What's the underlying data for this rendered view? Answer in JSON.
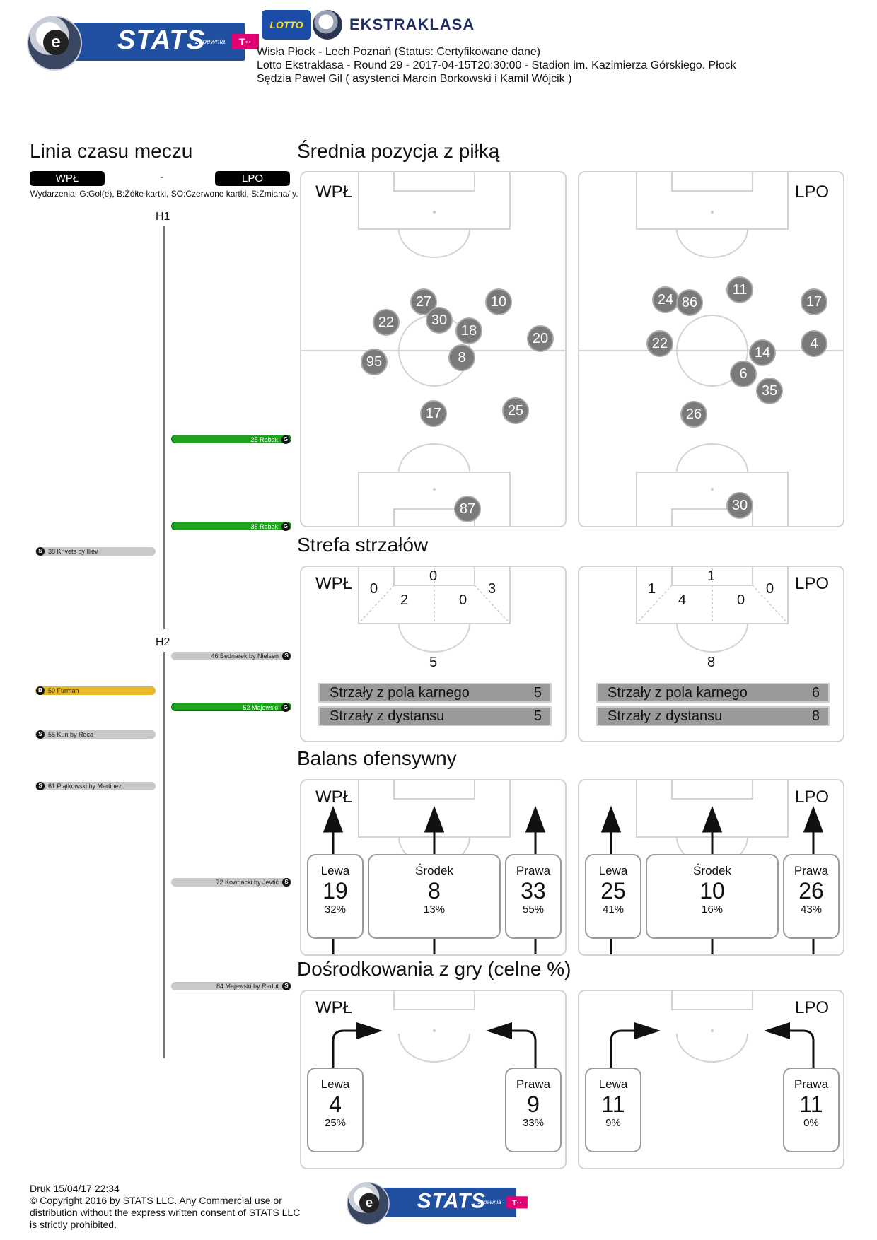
{
  "header": {
    "stats_logo": "STATS",
    "stats_sub": "zapewnia",
    "tmobile": "T··",
    "lotto_logo": "LOTTO",
    "ekstraklasa": "EKSTRAKLASA",
    "line1": "Wisła Płock - Lech Poznań (Status: Certyfikowane dane)",
    "line2": "Lotto Ekstraklasa - Round 29 - 2017-04-15T20:30:00 - Stadion im. Kazimierza Górskiego. Płock",
    "line3": "Sędzia Paweł Gil ( asystenci Marcin Borkowski i Kamil Wójcik )"
  },
  "timeline": {
    "title": "Linia czasu meczu",
    "home": "WPŁ",
    "sep": "-",
    "away": "LPO",
    "legend": "Wydarzenia: G:Gol(e), B:Żółte kartki, SO:Czerwone kartki, S:Zmiana/ y.",
    "h1": "H1",
    "h2": "H2",
    "events": [
      {
        "side": "right",
        "type": "G",
        "color": "green",
        "text": "25 Robak"
      },
      {
        "side": "right",
        "type": "G",
        "color": "green",
        "text": "35 Robak"
      },
      {
        "side": "left",
        "type": "S",
        "color": "gray",
        "text": "38 Krivets by Iliev"
      },
      {
        "side": "right",
        "type": "S",
        "color": "gray",
        "text": "46 Bednarek by Nielsen"
      },
      {
        "side": "left",
        "type": "B",
        "color": "yellow",
        "text": "50 Furman"
      },
      {
        "side": "right",
        "type": "G",
        "color": "green",
        "text": "52 Majewski"
      },
      {
        "side": "left",
        "type": "S",
        "color": "gray",
        "text": "55 Kun by Reca"
      },
      {
        "side": "left",
        "type": "S",
        "color": "gray",
        "text": "61 Piątkowski by Martinez"
      },
      {
        "side": "right",
        "type": "S",
        "color": "gray",
        "text": "72 Kownacki by Jevtić"
      },
      {
        "side": "right",
        "type": "S",
        "color": "gray",
        "text": "84 Majewski by Radut"
      }
    ]
  },
  "avg_position": {
    "title": "Średnia pozycja z piłką",
    "home_label": "WPŁ",
    "away_label": "LPO",
    "home_players": [
      "27",
      "10",
      "22",
      "30",
      "18",
      "20",
      "95",
      "8",
      "17",
      "25",
      "87"
    ],
    "away_players": [
      "11",
      "24",
      "86",
      "17",
      "22",
      "14",
      "4",
      "6",
      "35",
      "26",
      "30"
    ]
  },
  "shot_zones": {
    "title": "Strefa strzałów",
    "home_label": "WPŁ",
    "away_label": "LPO",
    "home": {
      "top": "0",
      "left_out": "0",
      "left_in": "2",
      "right_in": "0",
      "right_out": "3",
      "total": "5",
      "box_label": "Strzały z pola karnego",
      "box_value": "5",
      "dist_label": "Strzały z dystansu",
      "dist_value": "5"
    },
    "away": {
      "top": "1",
      "left_out": "1",
      "left_in": "4",
      "right_in": "0",
      "right_out": "0",
      "total": "8",
      "box_label": "Strzały z pola karnego",
      "box_value": "6",
      "dist_label": "Strzały z dystansu",
      "dist_value": "8"
    }
  },
  "attack_balance": {
    "title": "Balans ofensywny",
    "home_label": "WPŁ",
    "away_label": "LPO",
    "home": [
      {
        "name": "Lewa",
        "value": "19",
        "pct": "32%"
      },
      {
        "name": "Środek",
        "value": "8",
        "pct": "13%"
      },
      {
        "name": "Prawa",
        "value": "33",
        "pct": "55%"
      }
    ],
    "away": [
      {
        "name": "Lewa",
        "value": "25",
        "pct": "41%"
      },
      {
        "name": "Środek",
        "value": "10",
        "pct": "16%"
      },
      {
        "name": "Prawa",
        "value": "26",
        "pct": "43%"
      }
    ]
  },
  "crosses": {
    "title": "Dośrodkowania z gry (celne %)",
    "home_label": "WPŁ",
    "away_label": "LPO",
    "home": [
      {
        "name": "Lewa",
        "value": "4",
        "pct": "25%"
      },
      {
        "name": "Prawa",
        "value": "9",
        "pct": "33%"
      }
    ],
    "away": [
      {
        "name": "Lewa",
        "value": "11",
        "pct": "9%"
      },
      {
        "name": "Prawa",
        "value": "11",
        "pct": "0%"
      }
    ]
  },
  "footer": {
    "print": "Druk 15/04/17 22:34",
    "copyright1": "© Copyright 2016 by STATS LLC. Any Commercial use or",
    "copyright2": "distribution without the express written consent of STATS LLC",
    "copyright3": "is strictly prohibited."
  }
}
